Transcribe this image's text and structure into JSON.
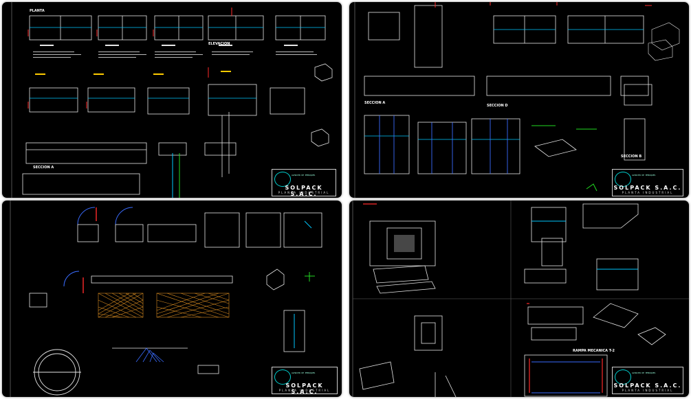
{
  "company": "SOLPACK S.A.C.",
  "project": "PLANTA INDUSTRIAL",
  "logo_caption": "ALMACEN DE EMPAQUES",
  "sheets": [
    {
      "id": "top-left",
      "labels": [
        "SECCION A",
        "PLANTA",
        "ELEVACION"
      ]
    },
    {
      "id": "top-right",
      "labels": [
        "SECCION A",
        "SECCION D",
        "SECCION B"
      ]
    },
    {
      "id": "bottom-left",
      "labels": []
    },
    {
      "id": "bottom-right",
      "labels": [
        "RAMPA MECANICA T-2"
      ]
    }
  ],
  "colors": {
    "background": "#000000",
    "line_white": "#e8e8e8",
    "line_cyan": "#00c8ff",
    "line_red": "#ff2a2a",
    "line_yellow": "#ffcc00",
    "line_green": "#22dd22",
    "line_blue": "#3a6cff",
    "hatch_orange": "#d98c20"
  }
}
